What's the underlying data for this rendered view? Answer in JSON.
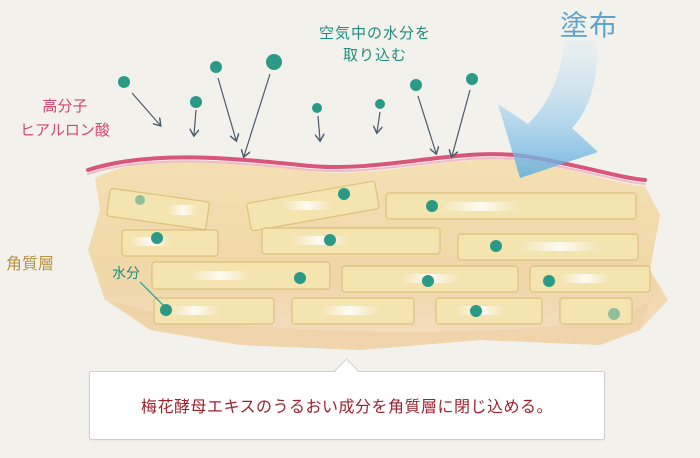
{
  "labels": {
    "air_moisture_line1": "空気中の水分を",
    "air_moisture_line2": "取り込む",
    "apply": "塗布",
    "hyaluronic_line1": "高分子",
    "hyaluronic_line2": "ヒアルロン酸",
    "stratum_corneum": "角質層",
    "water": "水分"
  },
  "note": {
    "text": "梅花酵母エキスのうるおい成分を角質層に閉じ込める。"
  },
  "colors": {
    "water_drop": "#2a9a86",
    "hyaluronic_film": "#d9567a",
    "apply_arrow": "#7fbfe6",
    "cell_fill": "#f4e4b0",
    "cell_border": "#ddc07c",
    "skin_layer": "#f1dcaa"
  }
}
